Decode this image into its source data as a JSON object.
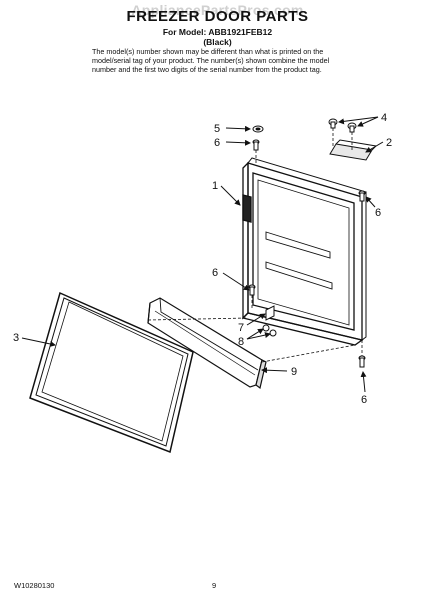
{
  "header": {
    "watermark": "AppliancePartsPros.com",
    "title": "FREEZER DOOR PARTS",
    "model_line": "For Model: ABB1921FEB12",
    "color": "(Black)",
    "note": "The model(s) number shown may be different than what is printed on the model/serial tag of your product. The number(s) shown combine the model number and the first two digits of the serial number from the product tag."
  },
  "callouts": [
    "5",
    "6",
    "1",
    "4",
    "2",
    "6",
    "6",
    "3",
    "7",
    "8",
    "9",
    "6"
  ],
  "footer": {
    "doc_number": "W10280130",
    "page": "9"
  }
}
